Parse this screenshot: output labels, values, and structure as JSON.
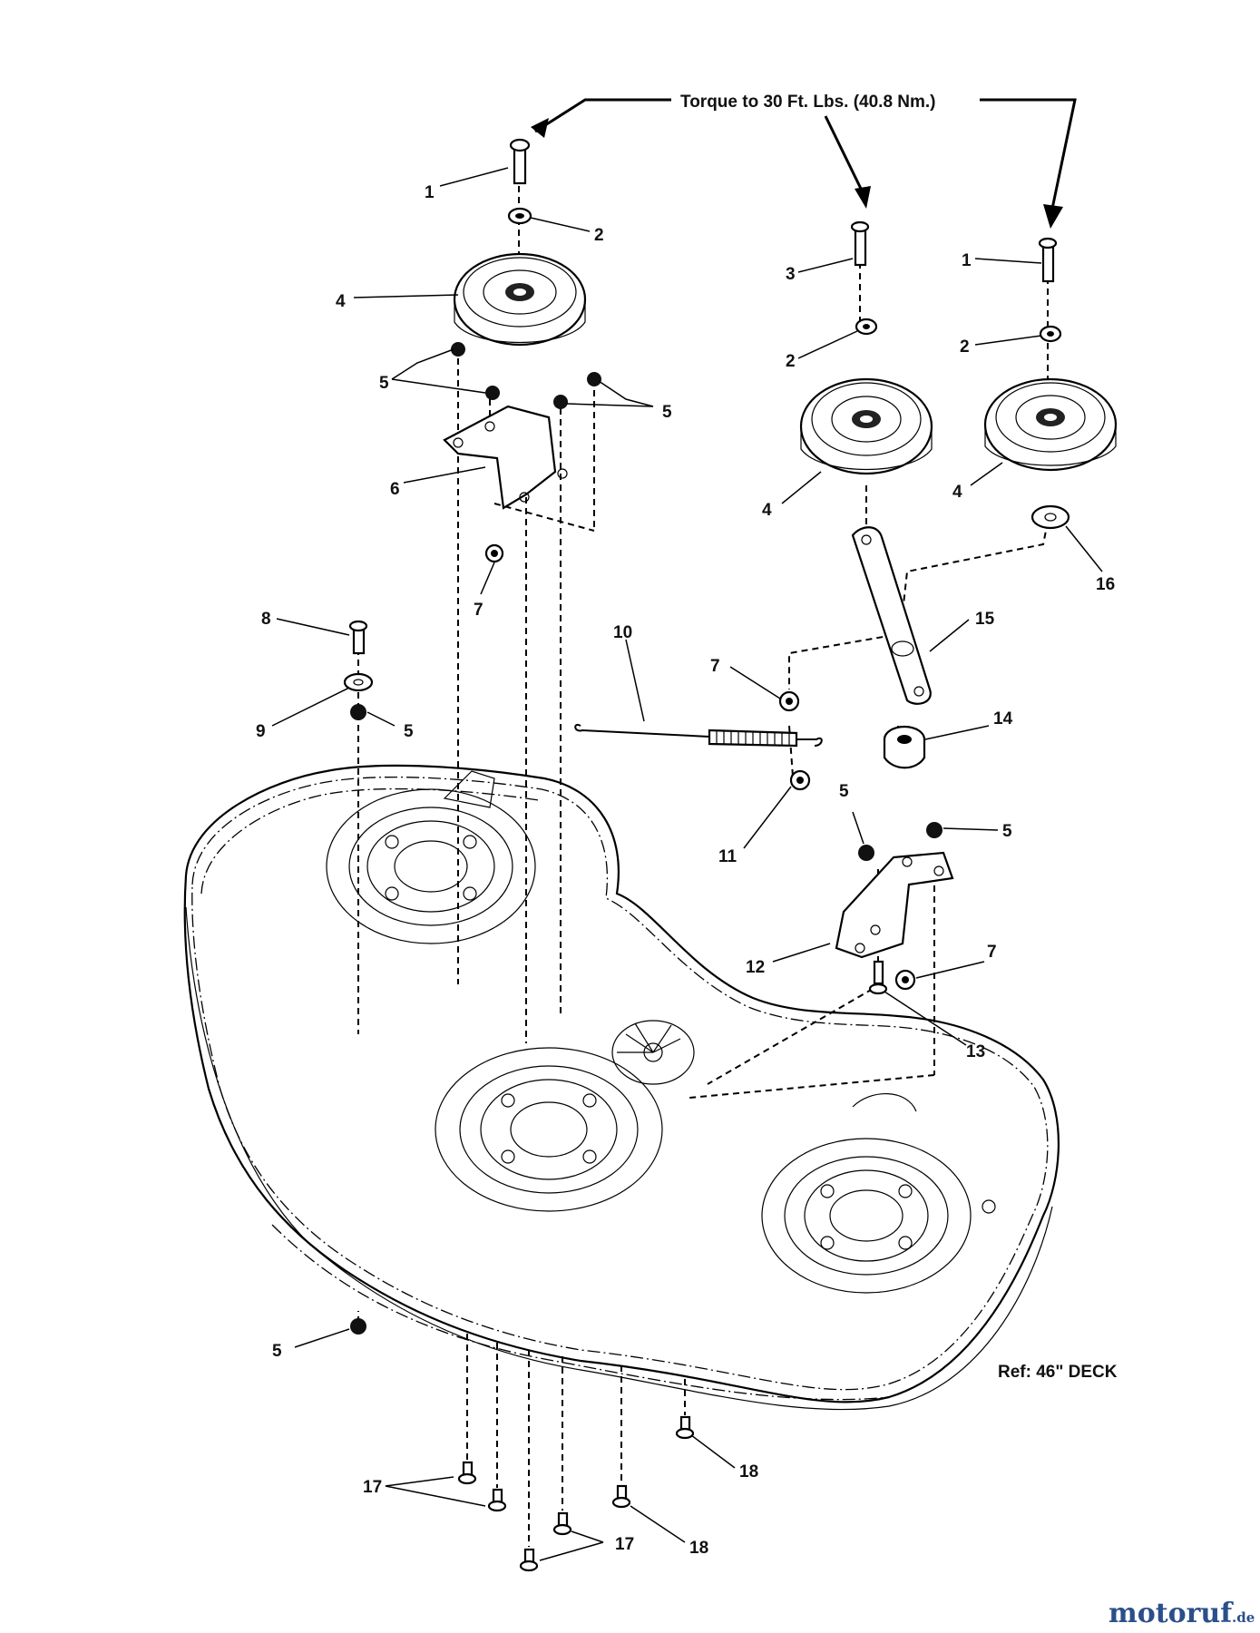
{
  "torque_note": "Torque to 30 Ft. Lbs. (40.8 Nm.)",
  "reference": "Ref: 46\" DECK",
  "watermark": {
    "name": "motoruf",
    "suffix": ".de",
    "color": "#2b4f8a"
  },
  "callouts": {
    "c1a": "1",
    "c1b": "1",
    "c2a": "2",
    "c2b": "2",
    "c2c": "2",
    "c3": "3",
    "c4a": "4",
    "c4b": "4",
    "c4c": "4",
    "c5a": "5",
    "c5b": "5",
    "c5c": "5",
    "c5d": "5",
    "c5e": "5",
    "c5f": "5",
    "c6": "6",
    "c7a": "7",
    "c7b": "7",
    "c7c": "7",
    "c8": "8",
    "c9": "9",
    "c10": "10",
    "c11": "11",
    "c12": "12",
    "c13": "13",
    "c14": "14",
    "c15": "15",
    "c16": "16",
    "c17a": "17",
    "c17b": "17",
    "c18a": "18",
    "c18b": "18"
  }
}
